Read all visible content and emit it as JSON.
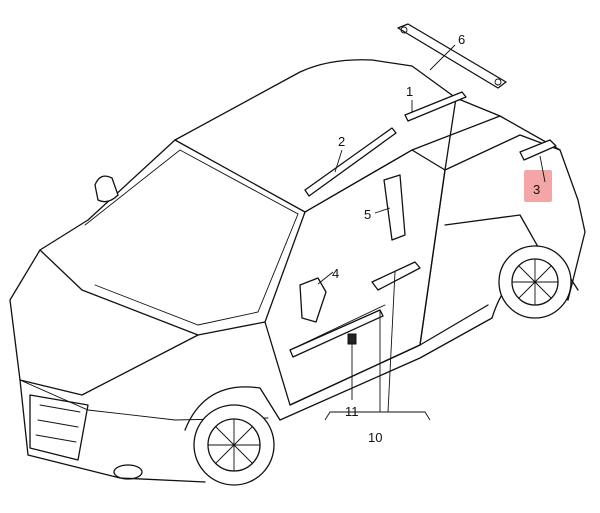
{
  "highlight_color": "#f4a6a6",
  "callouts": [
    {
      "id": "1",
      "label": "1"
    },
    {
      "id": "2",
      "label": "2"
    },
    {
      "id": "3",
      "label": "3"
    },
    {
      "id": "4",
      "label": "4"
    },
    {
      "id": "5",
      "label": "5"
    },
    {
      "id": "6",
      "label": "6"
    },
    {
      "id": "10",
      "label": "10"
    },
    {
      "id": "11",
      "label": "11"
    }
  ]
}
